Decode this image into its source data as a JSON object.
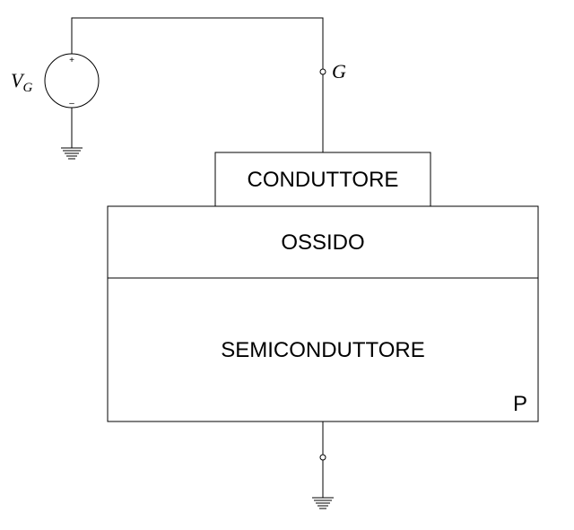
{
  "source": {
    "symbol": "V",
    "subscript": "G",
    "plus": "+",
    "minus": "–"
  },
  "gate_terminal": {
    "label": "G"
  },
  "layers": {
    "conductor": "CONDUTTORE",
    "oxide": "OSSIDO",
    "semiconductor": "SEMICONDUTTORE",
    "doping": "P"
  },
  "colors": {
    "stroke": "#000000",
    "background": "#ffffff"
  }
}
